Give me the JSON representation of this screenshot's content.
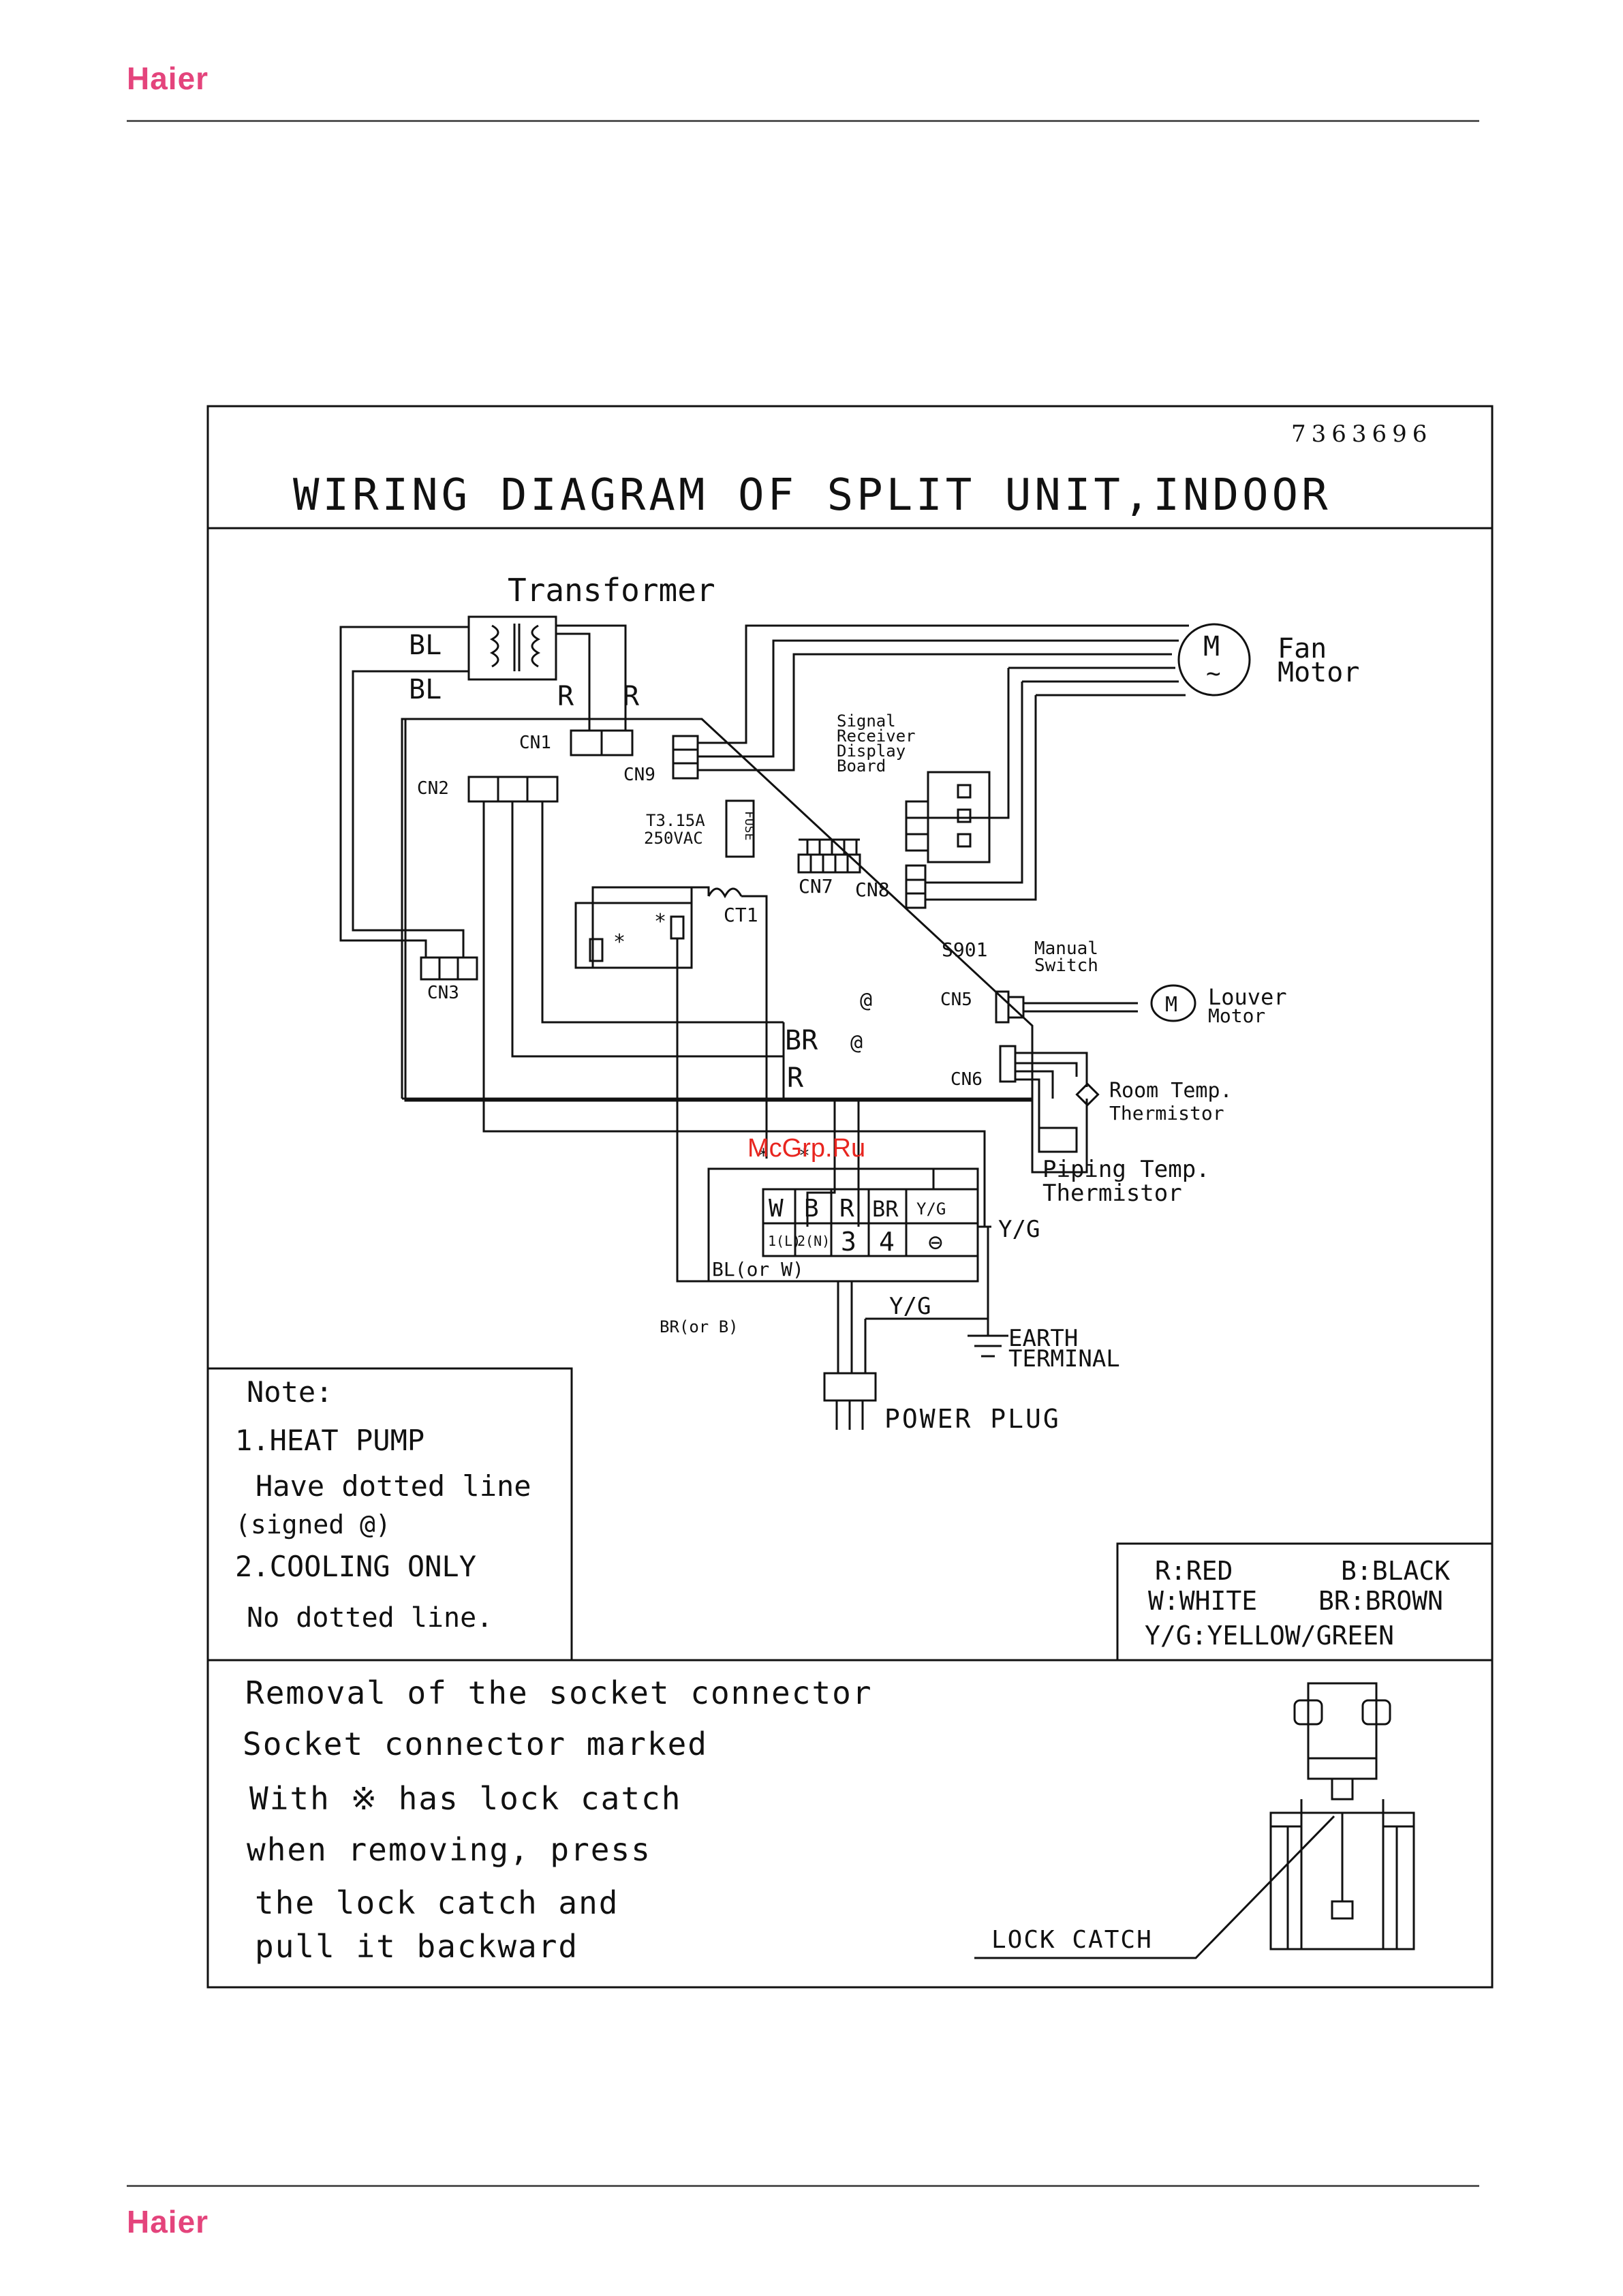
{
  "header": {
    "brand": "Haier"
  },
  "footer": {
    "brand": "Haier"
  },
  "diagram": {
    "doc_number": "7363696",
    "title": "WIRING DIAGRAM OF SPLIT UNIT,INDOOR",
    "watermark": "McGrp.Ru",
    "components": {
      "transformer": "Transformer",
      "fan_motor_line1": "Fan",
      "fan_motor_line2": "Motor",
      "motor_symbol": "M",
      "motor_tilde": "~",
      "signal_line1": "Signal",
      "signal_line2": "Receiver",
      "signal_line3": "Display",
      "signal_line4": "Board",
      "cn1": "CN1",
      "cn2": "CN2",
      "cn3": "CN3",
      "cn5": "CN5",
      "cn6": "CN6",
      "cn7": "CN7",
      "cn8": "CN8",
      "cn9": "CN9",
      "ct1": "CT1",
      "fuse_rating1": "T3.15A",
      "fuse_rating2": "250VAC",
      "fuse": "FUSE",
      "switch_code": "S901",
      "switch_line1": "Manual",
      "switch_line2": "Switch",
      "louver_line1": "Louver",
      "louver_line2": "Motor",
      "room_temp_line1": "Room Temp.",
      "room_temp_line2": "Thermistor",
      "piping_temp_line1": "Piping Temp.",
      "piping_temp_line2": "Thermistor",
      "earth_line1": "EARTH",
      "earth_line2": "TERMINAL",
      "power_plug": "POWER PLUG",
      "star": "*",
      "dotted_mark": "@"
    },
    "wires": {
      "bl_top": "BL",
      "bl_bottom": "BL",
      "r_left": "R",
      "r_right": "R",
      "br": "BR",
      "r": "R",
      "yg_right": "Y/G",
      "yg_lower": "Y/G",
      "bl_or_w": "BL(or W)",
      "br_or_b": "BR(or B)"
    },
    "terminal_block": {
      "top_labels": [
        "W",
        "B",
        "R",
        "BR",
        "Y/G"
      ],
      "bottom_labels": [
        "1(L)",
        "2(N)",
        "3",
        "4",
        "⊖"
      ]
    },
    "note": {
      "title": "Note:",
      "line1": "1.HEAT PUMP",
      "line2": "Have dotted line",
      "line3": "(signed @)",
      "line4": "2.COOLING ONLY",
      "line5": "No dotted line."
    },
    "legend": {
      "r_red": "R:RED",
      "b_black": "B:BLACK",
      "w_white": "W:WHITE",
      "br_brown": "BR:BROWN",
      "yg": "Y/G:YELLOW/GREEN"
    },
    "removal": {
      "line1": "Removal of the socket connector",
      "line2": "Socket connector marked",
      "line3": "With ※ has lock catch",
      "line4": "when removing, press",
      "line5": "the lock catch and",
      "line6": "pull it backward",
      "lock_catch": "LOCK CATCH"
    }
  }
}
